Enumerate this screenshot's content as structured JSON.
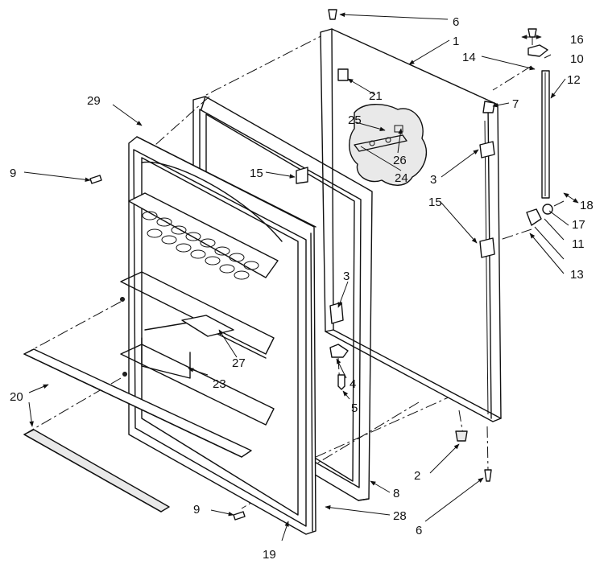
{
  "callouts": [
    {
      "id": "c1",
      "text": "1"
    },
    {
      "id": "c2",
      "text": "2"
    },
    {
      "id": "c3a",
      "text": "3"
    },
    {
      "id": "c3b",
      "text": "3"
    },
    {
      "id": "c4",
      "text": "4"
    },
    {
      "id": "c5",
      "text": "5"
    },
    {
      "id": "c6a",
      "text": "6"
    },
    {
      "id": "c6b",
      "text": "6"
    },
    {
      "id": "c7",
      "text": "7"
    },
    {
      "id": "c8",
      "text": "8"
    },
    {
      "id": "c9a",
      "text": "9"
    },
    {
      "id": "c9b",
      "text": "9"
    },
    {
      "id": "c10",
      "text": "10"
    },
    {
      "id": "c11",
      "text": "11"
    },
    {
      "id": "c12",
      "text": "12"
    },
    {
      "id": "c13",
      "text": "13"
    },
    {
      "id": "c14",
      "text": "14"
    },
    {
      "id": "c15a",
      "text": "15"
    },
    {
      "id": "c15b",
      "text": "15"
    },
    {
      "id": "c16",
      "text": "16"
    },
    {
      "id": "c17",
      "text": "17"
    },
    {
      "id": "c18",
      "text": "18"
    },
    {
      "id": "c19",
      "text": "19"
    },
    {
      "id": "c20",
      "text": "20"
    },
    {
      "id": "c21",
      "text": "21"
    },
    {
      "id": "c23",
      "text": "23"
    },
    {
      "id": "c24",
      "text": "24"
    },
    {
      "id": "c25",
      "text": "25"
    },
    {
      "id": "c26",
      "text": "26"
    },
    {
      "id": "c27",
      "text": "27"
    },
    {
      "id": "c28",
      "text": "28"
    },
    {
      "id": "c29",
      "text": "29"
    }
  ]
}
